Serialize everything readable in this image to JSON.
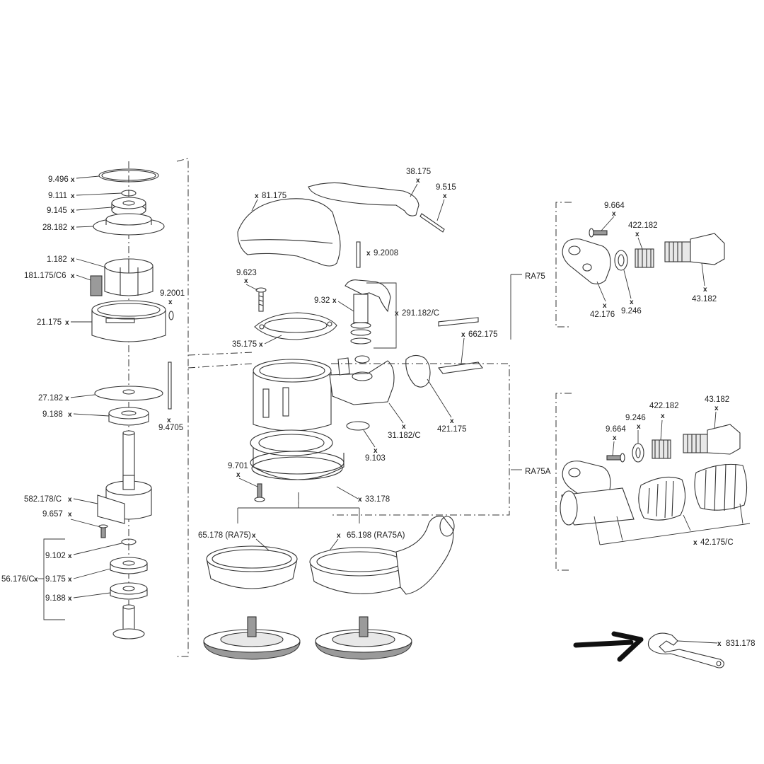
{
  "labels": {
    "p9_496": "9.496",
    "p9_111": "9.111",
    "p9_145": "9.145",
    "p28_182": "28.182",
    "p1_182": "1.182",
    "p181_175": "181.175/C6",
    "p9_2001": "9.2001",
    "p21_175": "21.175",
    "p27_182": "27.182",
    "p9_188a": "9.188",
    "p9_4705": "9.4705",
    "p582_178": "582.178/C",
    "p9_657": "9.657",
    "p9_102": "9.102",
    "p56_176": "56.176/C",
    "p9_175": "9.175",
    "p9_188b": "9.188",
    "p81_175": "81.175",
    "p38_175": "38.175",
    "p9_515": "9.515",
    "p9_2008": "9.2008",
    "p9_623": "9.623",
    "p9_32": "9.32",
    "p291_182": "291.182/C",
    "p35_175": "35.175",
    "p662_175": "662.175",
    "p421_175": "421.175",
    "p31_182": "31.182/C",
    "p9_103": "9.103",
    "p9_701": "9.701",
    "p33_178": "33.178",
    "p65_178": "65.178 (RA75)",
    "p65_198": "65.198 (RA75A)",
    "ra75": "RA75",
    "ra75a": "RA75A",
    "t9_664": "9.664",
    "t422_182": "422.182",
    "t42_176": "42.176",
    "t9_246": "9.246",
    "t43_182": "43.182",
    "b9_664": "9.664",
    "b9_246": "9.246",
    "b422_182": "422.182",
    "b43_182": "43.182",
    "b42_175": "42.175/C",
    "p831_178": "831.178",
    "x_mark": "x"
  },
  "colors": {
    "line": "#333333",
    "pad": "#9a9a9a",
    "arrow": "#111111"
  }
}
